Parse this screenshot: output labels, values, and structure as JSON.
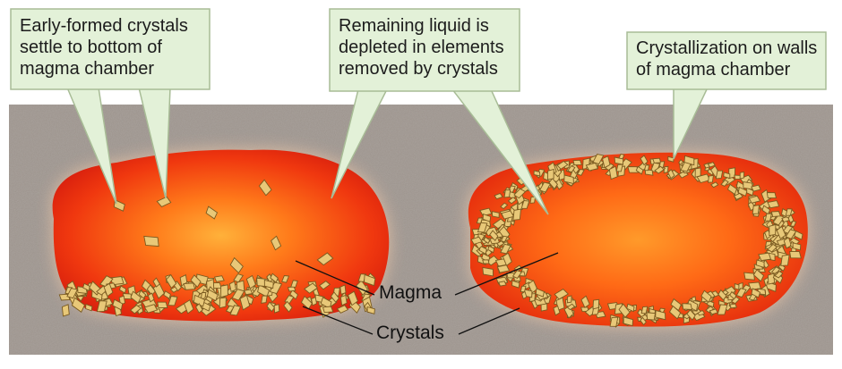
{
  "callouts": {
    "settle": "Early-formed crystals\nsettle to bottom of\nmagma chamber",
    "depleted": "Remaining liquid is\ndepleted in elements\nremoved by crystals",
    "walls": "Crystallization on walls\nof magma chamber"
  },
  "labels": {
    "magma": "Magma",
    "crystals": "Crystals"
  },
  "colors": {
    "ground": "#9c938c",
    "callout_fill": "#e3f1d8",
    "callout_stroke": "#9fb48d",
    "magma_outer": "#d81e10",
    "magma_inner": "#ffb020",
    "crystal_fill": "#e8c878",
    "crystal_stroke": "#7a5a20"
  }
}
